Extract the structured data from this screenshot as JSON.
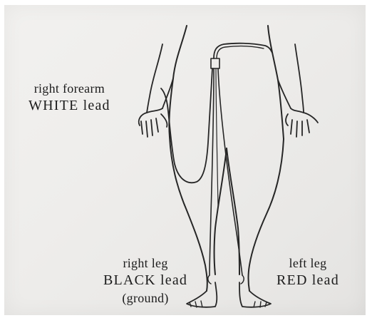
{
  "labels": {
    "right_forearm": {
      "line1": "right forearm",
      "line2": "WHITE lead"
    },
    "right_leg": {
      "line1": "right leg",
      "line2": "BLACK lead",
      "line3": "(ground)"
    },
    "left_leg": {
      "line1": "left leg",
      "line2": "RED lead"
    }
  },
  "colors": {
    "paper": "#eeedeb",
    "ink": "#262626"
  }
}
